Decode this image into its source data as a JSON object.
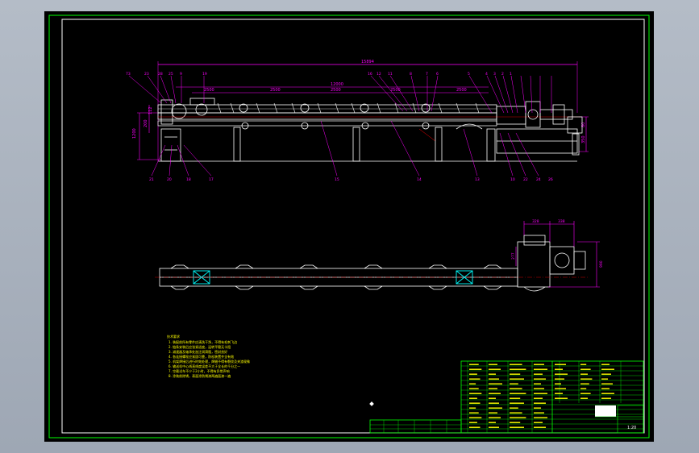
{
  "colors": {
    "viewport_bg": "#a9b1bd",
    "sheet_bg": "#000000",
    "frame": "#ffffff",
    "outer_border": "#00ff00",
    "dimension": "#ff00ff",
    "geometry": "#ffffff",
    "cyan": "#00ffff",
    "notes": "#ffff00",
    "table_lines": "#00ff00",
    "table_text": "#ffff00",
    "red": "#ff0000"
  },
  "dimensions": {
    "overall_length": "15894",
    "section_length": "12000",
    "pitch_1": "2500",
    "pitch_2": "2500",
    "pitch_3": "2500",
    "pitch_4": "2500",
    "pitch_5": "2500",
    "height_total": "1200",
    "height_a": "200",
    "height_b": "112",
    "right_a": "80",
    "right_b": "350",
    "plan_drive_width_1": "328",
    "plan_drive_width_2": "338",
    "plan_offset": "277",
    "plan_height": "990"
  },
  "leaders": {
    "top": [
      "73",
      "23",
      "28",
      "25",
      "9",
      "19",
      "16",
      "12",
      "11",
      "8",
      "7",
      "6",
      "5",
      "4",
      "3",
      "2",
      "1"
    ],
    "bottom": [
      "21",
      "20",
      "18",
      "17",
      "15",
      "14",
      "13",
      "10",
      "22",
      "24",
      "26"
    ]
  },
  "notes": {
    "heading": "技术要求",
    "lines": [
      "1. 装配前所有零件应清洗干净，不得有毛刺飞边",
      "2. 链条安装后应张紧适度，运转平稳无卡阻",
      "3. 减速器及轴承处加注润滑脂，密封良好",
      "4. 各连接螺栓应紧固可靠，防松装置齐全有效",
      "5. 机架焊接后进行时效处理，焊缝不得有裂纹及夹渣现象",
      "6. 输送机中心线直线度误差不大于全长的千分之一",
      "7. 空载试车不少于2小时，不得有异常声响",
      "8. 涂装前除锈，表面涂防锈漆两遍面漆一遍"
    ]
  },
  "title_block": {
    "drawing_no": "1:20"
  }
}
